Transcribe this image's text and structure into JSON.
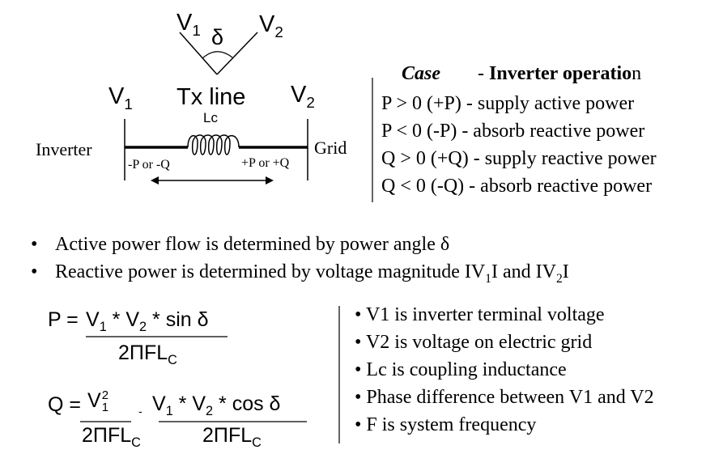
{
  "angle_diagram": {
    "v1": "V",
    "v1_sub": "1",
    "v2": "V",
    "v2_sub": "2",
    "delta": "δ"
  },
  "circuit": {
    "v1": "V",
    "v1_sub": "1",
    "v2": "V",
    "v2_sub": "2",
    "title": "Tx line",
    "inductor_label": "Lc",
    "left_label": "Inverter",
    "right_label": "Grid",
    "left_flow": "-P or -Q",
    "right_flow": "+P or +Q"
  },
  "case_table": {
    "header_case": "Case",
    "header_sep": "-",
    "header_op": "Inverter operatio",
    "header_op_tail": "n",
    "rows": [
      "P > 0 (+P) - supply active power",
      "P < 0 (-P) - absorb reactive power",
      "Q > 0 (+Q) - supply reactive power",
      "Q < 0 (-Q) - absorb reactive power"
    ]
  },
  "principles": [
    "Active power flow is determined by power angle δ",
    "Reactive power is determined by voltage magnitude IV",
    "1",
    "I and IV",
    "2",
    "I"
  ],
  "equations": {
    "p_lhs": "P =",
    "p_num_a": "V",
    "p_num_a_sub": "1",
    "p_num_mid": " * V",
    "p_num_b_sub": "2",
    "p_num_tail": " * sin δ",
    "p_den": "2ΠFL",
    "p_den_sub": "C",
    "q_lhs": "Q =",
    "q_t1_num": "V",
    "q_t1_sup": "2",
    "q_t1_sub": "1",
    "q_t1_den": "2ΠFL",
    "q_t1_den_sub": "C",
    "q_minus": "-",
    "q_t2_num_a": "V",
    "q_t2_num_a_sub": "1",
    "q_t2_num_mid": " * V",
    "q_t2_num_b_sub": "2",
    "q_t2_num_tail": " * cos δ",
    "q_t2_den": "2ΠFL",
    "q_t2_den_sub": "C"
  },
  "definitions": [
    "V1 is inverter terminal voltage",
    "V2 is voltage on electric grid",
    "Lc is coupling inductance",
    "Phase difference between V1 and V2",
    "F is system  frequency"
  ]
}
